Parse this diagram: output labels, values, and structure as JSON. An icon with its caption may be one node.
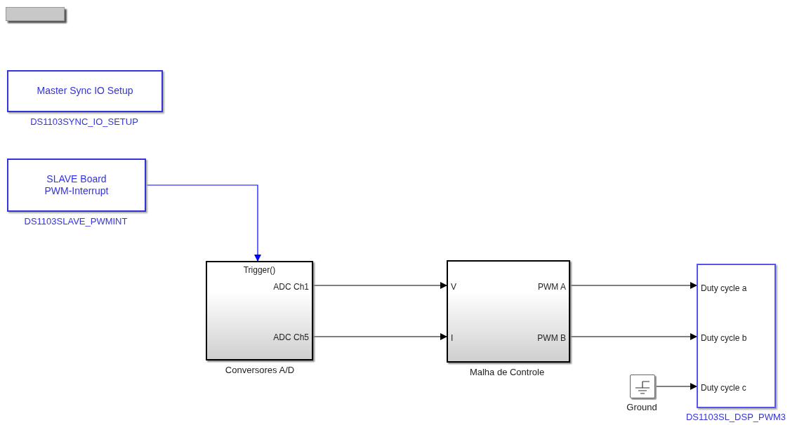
{
  "diagram": {
    "nodes": [
      {
        "text": [],
        "shape": "box"
      },
      {
        "text": [
          "Master Sync IO Setup"
        ],
        "beside": [
          "DS1103SYNC_IO_SETUP"
        ]
      },
      {
        "text": [
          "SLAVE Board PWM-Interrupt"
        ],
        "beside": [
          "DS1103SLAVE_PWMINT"
        ]
      },
      {
        "text": [
          "Trigger()",
          "ADC Ch1",
          "ADC Ch5"
        ],
        "beside": [
          "Conversores A/D"
        ]
      },
      {
        "text": [
          "V",
          "I",
          "PWM A",
          "PWM B"
        ],
        "beside": [
          "Malha de Controle"
        ]
      },
      {
        "text": [
          "Duty cycle a",
          "Duty cycle b",
          "Duty cycle c"
        ],
        "beside": [
          "DS1103SL_DSP_PWM3"
        ]
      },
      {
        "text": [],
        "shape": "picture",
        "beside": [
          "Ground"
        ]
      }
    ],
    "edges": [
      {
        "from": 2,
        "to": 3,
        "arrow": "to",
        "color": "#0000ff"
      },
      {
        "from": 3,
        "to": 4,
        "arrow": "to"
      },
      {
        "from": 3,
        "to": 4,
        "arrow": "to"
      },
      {
        "from": 4,
        "to": 5,
        "arrow": "to"
      },
      {
        "from": 4,
        "to": 5,
        "arrow": "to"
      },
      {
        "from": 6,
        "to": 5,
        "arrow": "to"
      }
    ]
  }
}
